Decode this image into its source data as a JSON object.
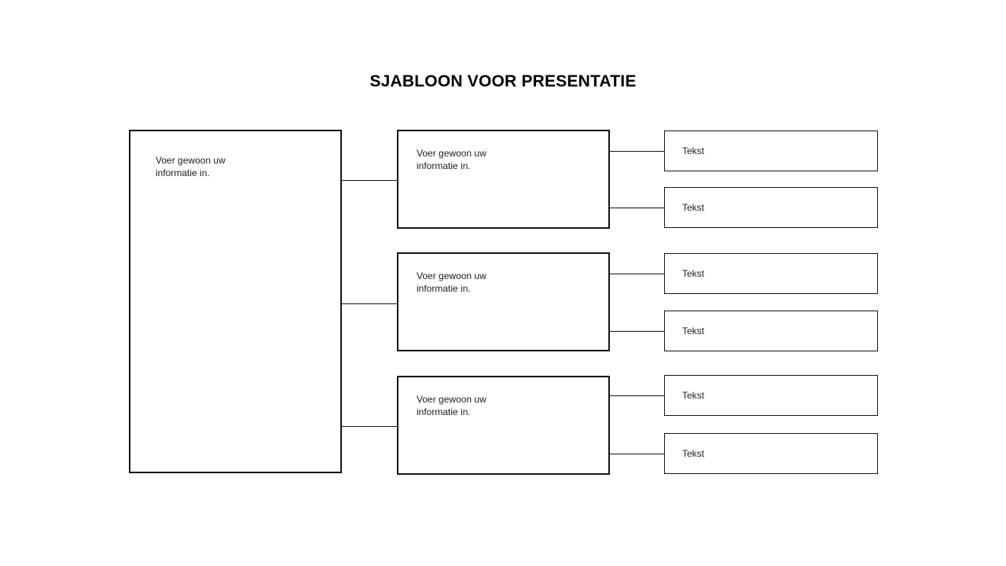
{
  "title": "SJABLOON VOOR PRESENTATIE",
  "diagram": {
    "root": {
      "text": "Voer gewoon uw\ninformatie in."
    },
    "branches": [
      {
        "text": "Voer gewoon uw\ninformatie in.",
        "leaves": [
          "Tekst",
          "Tekst"
        ]
      },
      {
        "text": "Voer gewoon uw\ninformatie in.",
        "leaves": [
          "Tekst",
          "Tekst"
        ]
      },
      {
        "text": "Voer gewoon uw\ninformatie in.",
        "leaves": [
          "Tekst",
          "Tekst"
        ]
      }
    ]
  },
  "colors": {
    "background": "#ffffff",
    "line": "#151515",
    "text": "#1c1c1c",
    "title": "#000000"
  }
}
